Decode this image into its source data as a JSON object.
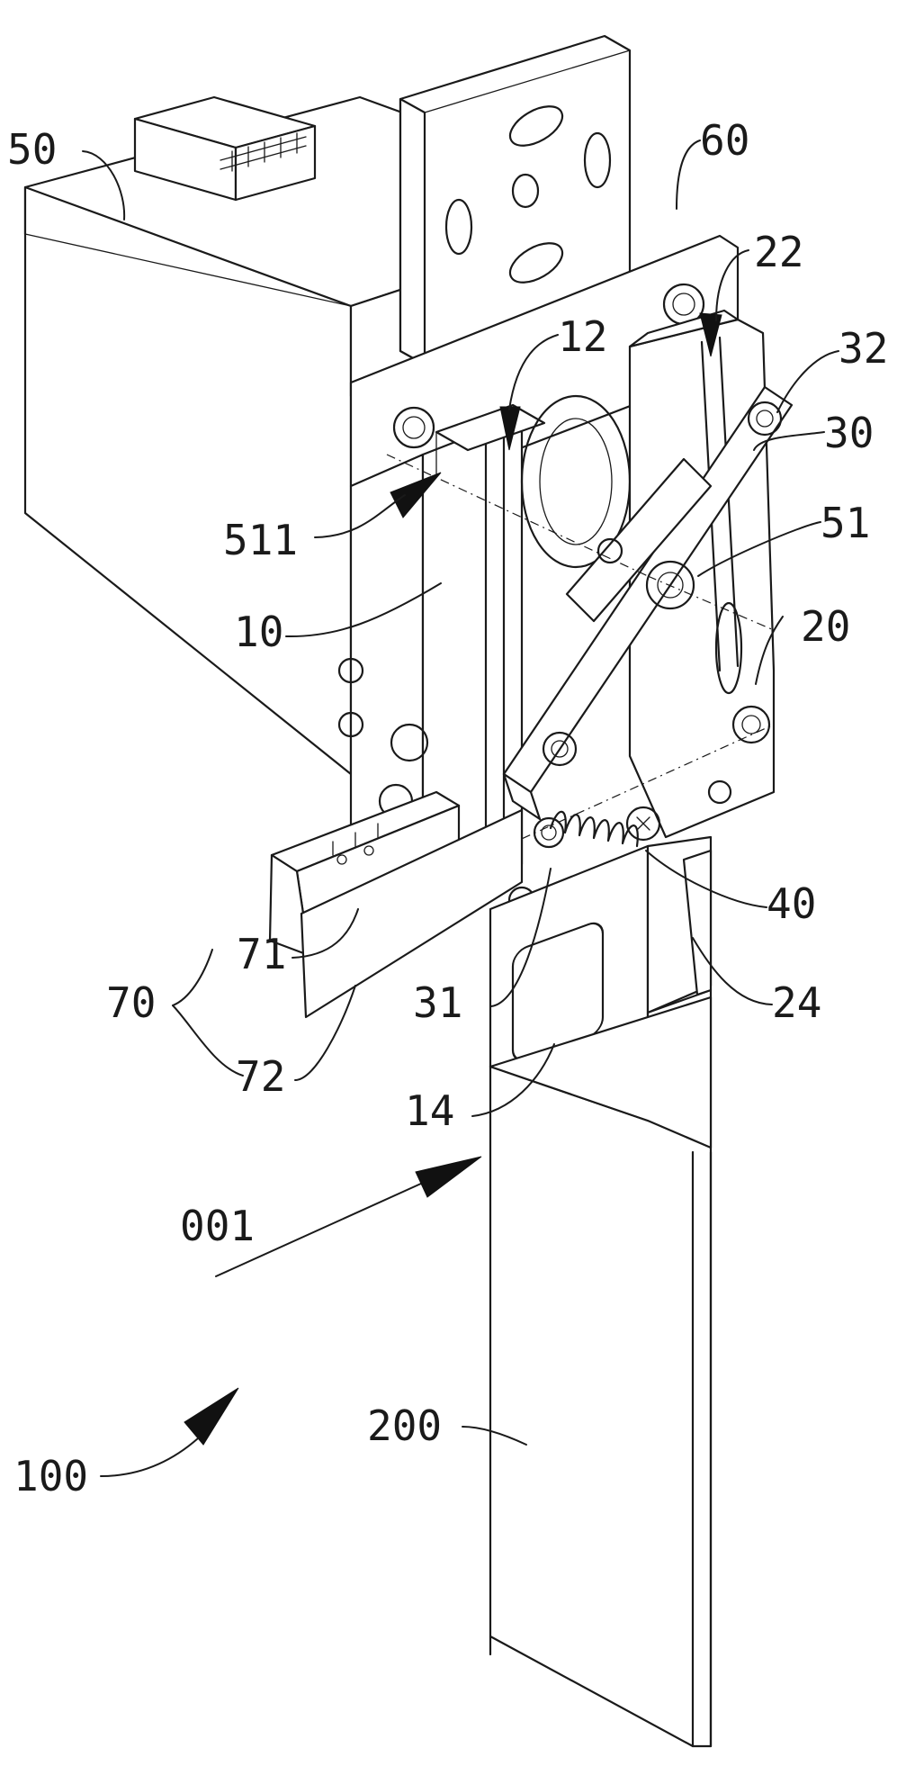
{
  "figure": {
    "labels": [
      {
        "id": "label-50",
        "text": "50"
      },
      {
        "id": "label-60",
        "text": "60"
      },
      {
        "id": "label-22",
        "text": "22"
      },
      {
        "id": "label-12",
        "text": "12"
      },
      {
        "id": "label-32",
        "text": "32"
      },
      {
        "id": "label-30",
        "text": "30"
      },
      {
        "id": "label-511",
        "text": "511"
      },
      {
        "id": "label-51",
        "text": "51"
      },
      {
        "id": "label-10",
        "text": "10"
      },
      {
        "id": "label-20",
        "text": "20"
      },
      {
        "id": "label-40",
        "text": "40"
      },
      {
        "id": "label-71",
        "text": "71"
      },
      {
        "id": "label-70",
        "text": "70"
      },
      {
        "id": "label-24",
        "text": "24"
      },
      {
        "id": "label-31",
        "text": "31"
      },
      {
        "id": "label-72",
        "text": "72"
      },
      {
        "id": "label-14",
        "text": "14"
      },
      {
        "id": "label-001",
        "text": "001"
      },
      {
        "id": "label-200",
        "text": "200"
      },
      {
        "id": "label-100",
        "text": "100"
      }
    ]
  }
}
